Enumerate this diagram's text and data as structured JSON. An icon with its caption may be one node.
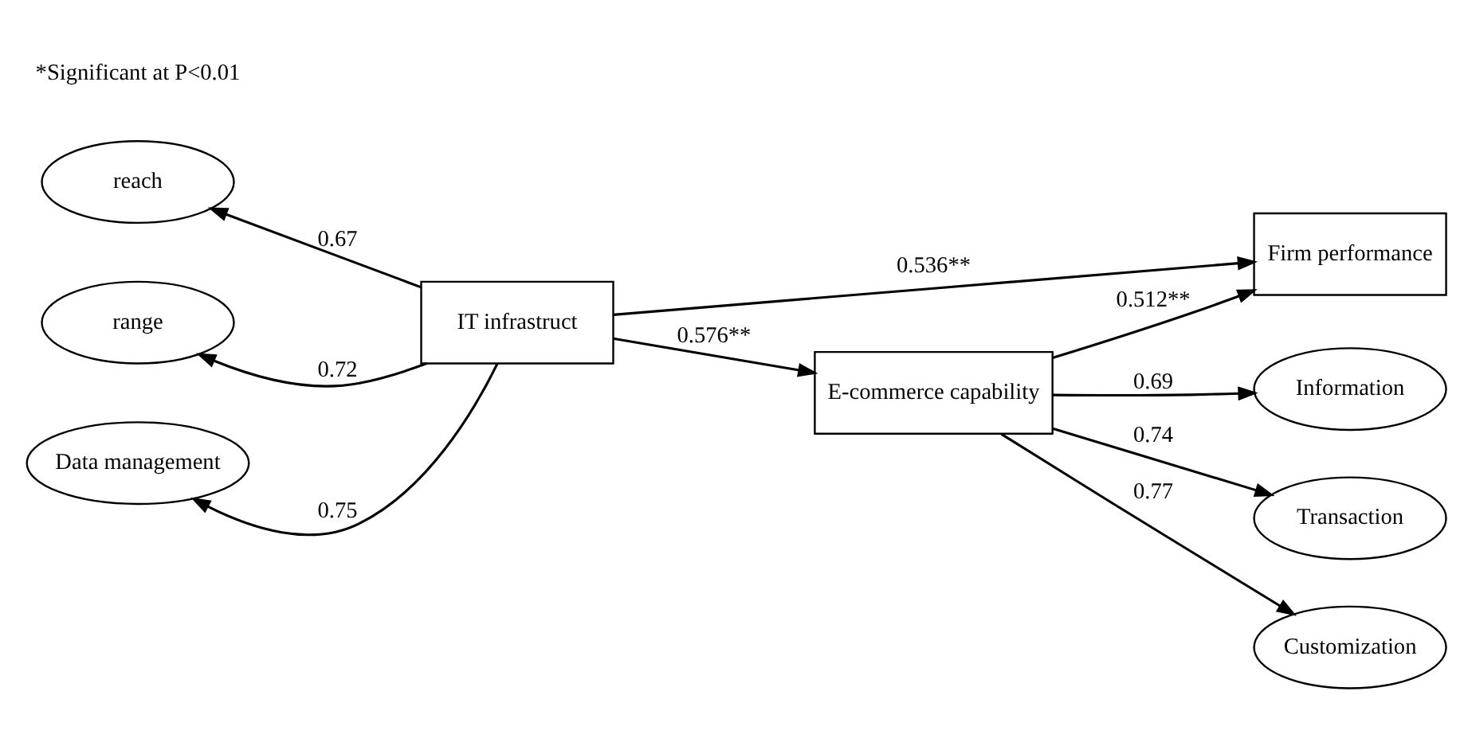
{
  "diagram": {
    "nodes": [
      {
        "text": [
          "reach"
        ]
      },
      {
        "text": [
          "range"
        ]
      },
      {
        "text": [
          "Data management"
        ]
      },
      {
        "text": [
          "IT infrastruct"
        ]
      },
      {
        "text": [
          "Firm performance"
        ]
      },
      {
        "text": [
          "E-commerce capability"
        ]
      },
      {
        "text": [
          "Information"
        ]
      },
      {
        "text": [
          "Transaction"
        ]
      },
      {
        "text": [
          "Customization"
        ]
      }
    ],
    "edges": [
      {
        "from": 3,
        "to": 0,
        "arrow": "to",
        "label": "0.67"
      },
      {
        "from": 3,
        "to": 1,
        "arrow": "to",
        "label": "0.72"
      },
      {
        "from": 3,
        "to": 2,
        "arrow": "to",
        "label": "0.75"
      },
      {
        "from": 3,
        "to": 4,
        "arrow": "to",
        "label": "0.536**"
      },
      {
        "from": 3,
        "to": 5,
        "arrow": "to",
        "label": "0.576**"
      },
      {
        "from": 5,
        "to": 4,
        "arrow": "to",
        "label": "0.512**"
      },
      {
        "from": 5,
        "to": 6,
        "arrow": "to",
        "label": "0.69"
      },
      {
        "from": 5,
        "to": 7,
        "arrow": "to",
        "label": "0.74"
      },
      {
        "from": 5,
        "to": 8,
        "arrow": "to",
        "label": "0.77"
      }
    ],
    "labels": [
      "*Significant at P<0.01"
    ]
  }
}
